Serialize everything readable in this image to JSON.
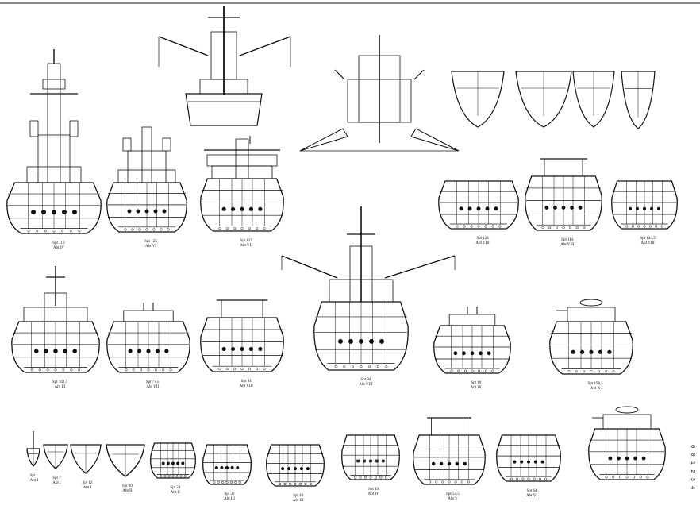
{
  "sheet": {
    "ink": "#111111",
    "paper": "#ffffff",
    "corner_mark": "0 0 1 2 3 4"
  },
  "sections": [
    {
      "id": "r1a",
      "caption": "Spt 110\nAbt IV"
    },
    {
      "id": "r1b",
      "caption": "Spt 125\nAbt VI"
    },
    {
      "id": "r1c",
      "caption": "Spt 137\nAbt VII"
    },
    {
      "id": "r1d",
      "caption": "Spt 124\nAbt VIII"
    },
    {
      "id": "r1e",
      "caption": "Spt 114\nAbt VIII"
    },
    {
      "id": "r1f",
      "caption": "Spt 144,5\nAbt VIII"
    },
    {
      "id": "r2a",
      "caption": "Spt 102,5\nAbt III"
    },
    {
      "id": "r2b",
      "caption": "Spt 77,5\nAbt VII"
    },
    {
      "id": "r2c",
      "caption": "Spt 84\nAbt VIII"
    },
    {
      "id": "r2d",
      "caption": "Spt 94\nAbt VIII"
    },
    {
      "id": "r2e",
      "caption": "Spt 19\nAbt IX"
    },
    {
      "id": "r2f",
      "caption": "Spt 198,5\nAbt X"
    },
    {
      "id": "r3a",
      "caption": "Spt 1\nAbt I"
    },
    {
      "id": "r3b",
      "caption": "Spt 7\nAbt I"
    },
    {
      "id": "r3c",
      "caption": "Spt 12\nAbt I"
    },
    {
      "id": "r3d",
      "caption": "Spt 20\nAbt II"
    },
    {
      "id": "r3e",
      "caption": "Spt 24\nAbt II"
    },
    {
      "id": "r3f",
      "caption": "Spt 32\nAbt III"
    },
    {
      "id": "r3g",
      "caption": "Spt 44\nAbt III"
    },
    {
      "id": "r3h",
      "caption": "Spt 49\nAbt IV"
    },
    {
      "id": "r3i",
      "caption": "Spt 54,5\nAbt V"
    },
    {
      "id": "r3j",
      "caption": "Spt 64\nAbt VI"
    }
  ]
}
